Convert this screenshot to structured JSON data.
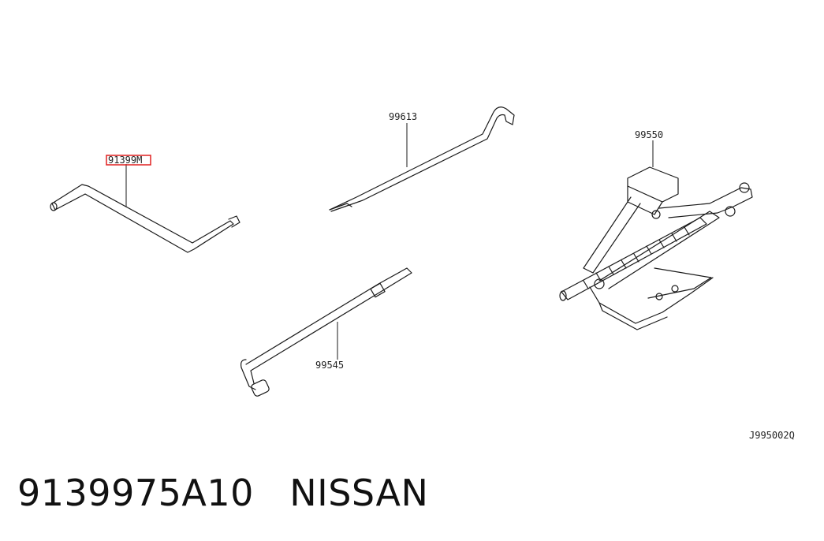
{
  "callouts": {
    "highlighted_part": "91399M",
    "tow_hook": "99613",
    "jack": "99550",
    "wheel_wrench": "99545"
  },
  "illustration_code": "J995002Q",
  "caption": {
    "part_number": "9139975A10",
    "brand": "NISSAN"
  },
  "colors": {
    "highlight_box": "#e02020",
    "line_art": "#1a1a1a"
  }
}
